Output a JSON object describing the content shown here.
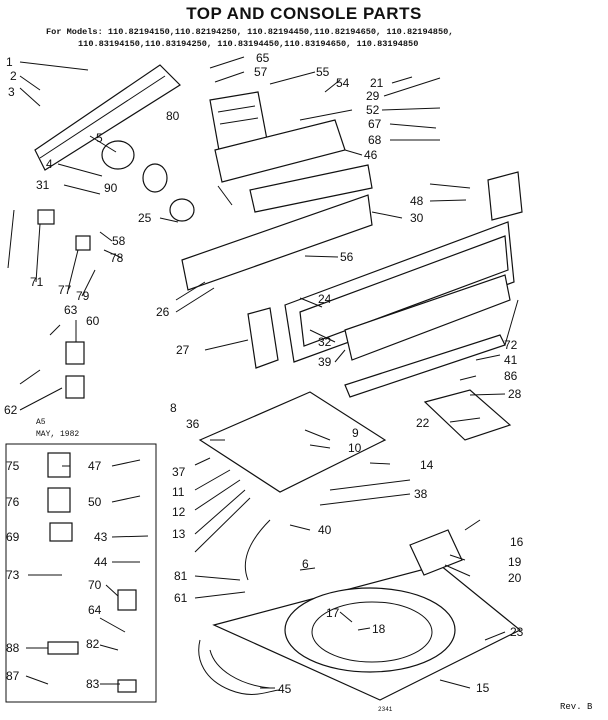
{
  "header": {
    "title": "TOP AND CONSOLE PARTS",
    "models_line_1": "For Models: 110.82194150,110.82194250, 110.82194450,110.82194650, 110.82194850,",
    "models_line_2": "110.83194150,110.83194250, 110.83194450,110.83194650, 110.83194850"
  },
  "date": {
    "line1": "A5",
    "line2": "MAY, 1982"
  },
  "footer": {
    "code": "2341",
    "revision": "Rev. B"
  },
  "callouts": [
    "1",
    "2",
    "3",
    "4",
    "5",
    "6",
    "8",
    "9",
    "10",
    "11",
    "12",
    "13",
    "14",
    "15",
    "16",
    "17",
    "18",
    "19",
    "20",
    "21",
    "22",
    "23",
    "24",
    "25",
    "26",
    "27",
    "28",
    "29",
    "30",
    "31",
    "32",
    "36",
    "37",
    "38",
    "39",
    "40",
    "41",
    "43",
    "44",
    "45",
    "46",
    "47",
    "48",
    "50",
    "52",
    "54",
    "55",
    "56",
    "57",
    "58",
    "60",
    "61",
    "62",
    "63",
    "64",
    "65",
    "67",
    "68",
    "69",
    "70",
    "71",
    "72",
    "73",
    "75",
    "76",
    "77",
    "78",
    "79",
    "80",
    "81",
    "82",
    "83",
    "86",
    "87",
    "88",
    "90"
  ]
}
